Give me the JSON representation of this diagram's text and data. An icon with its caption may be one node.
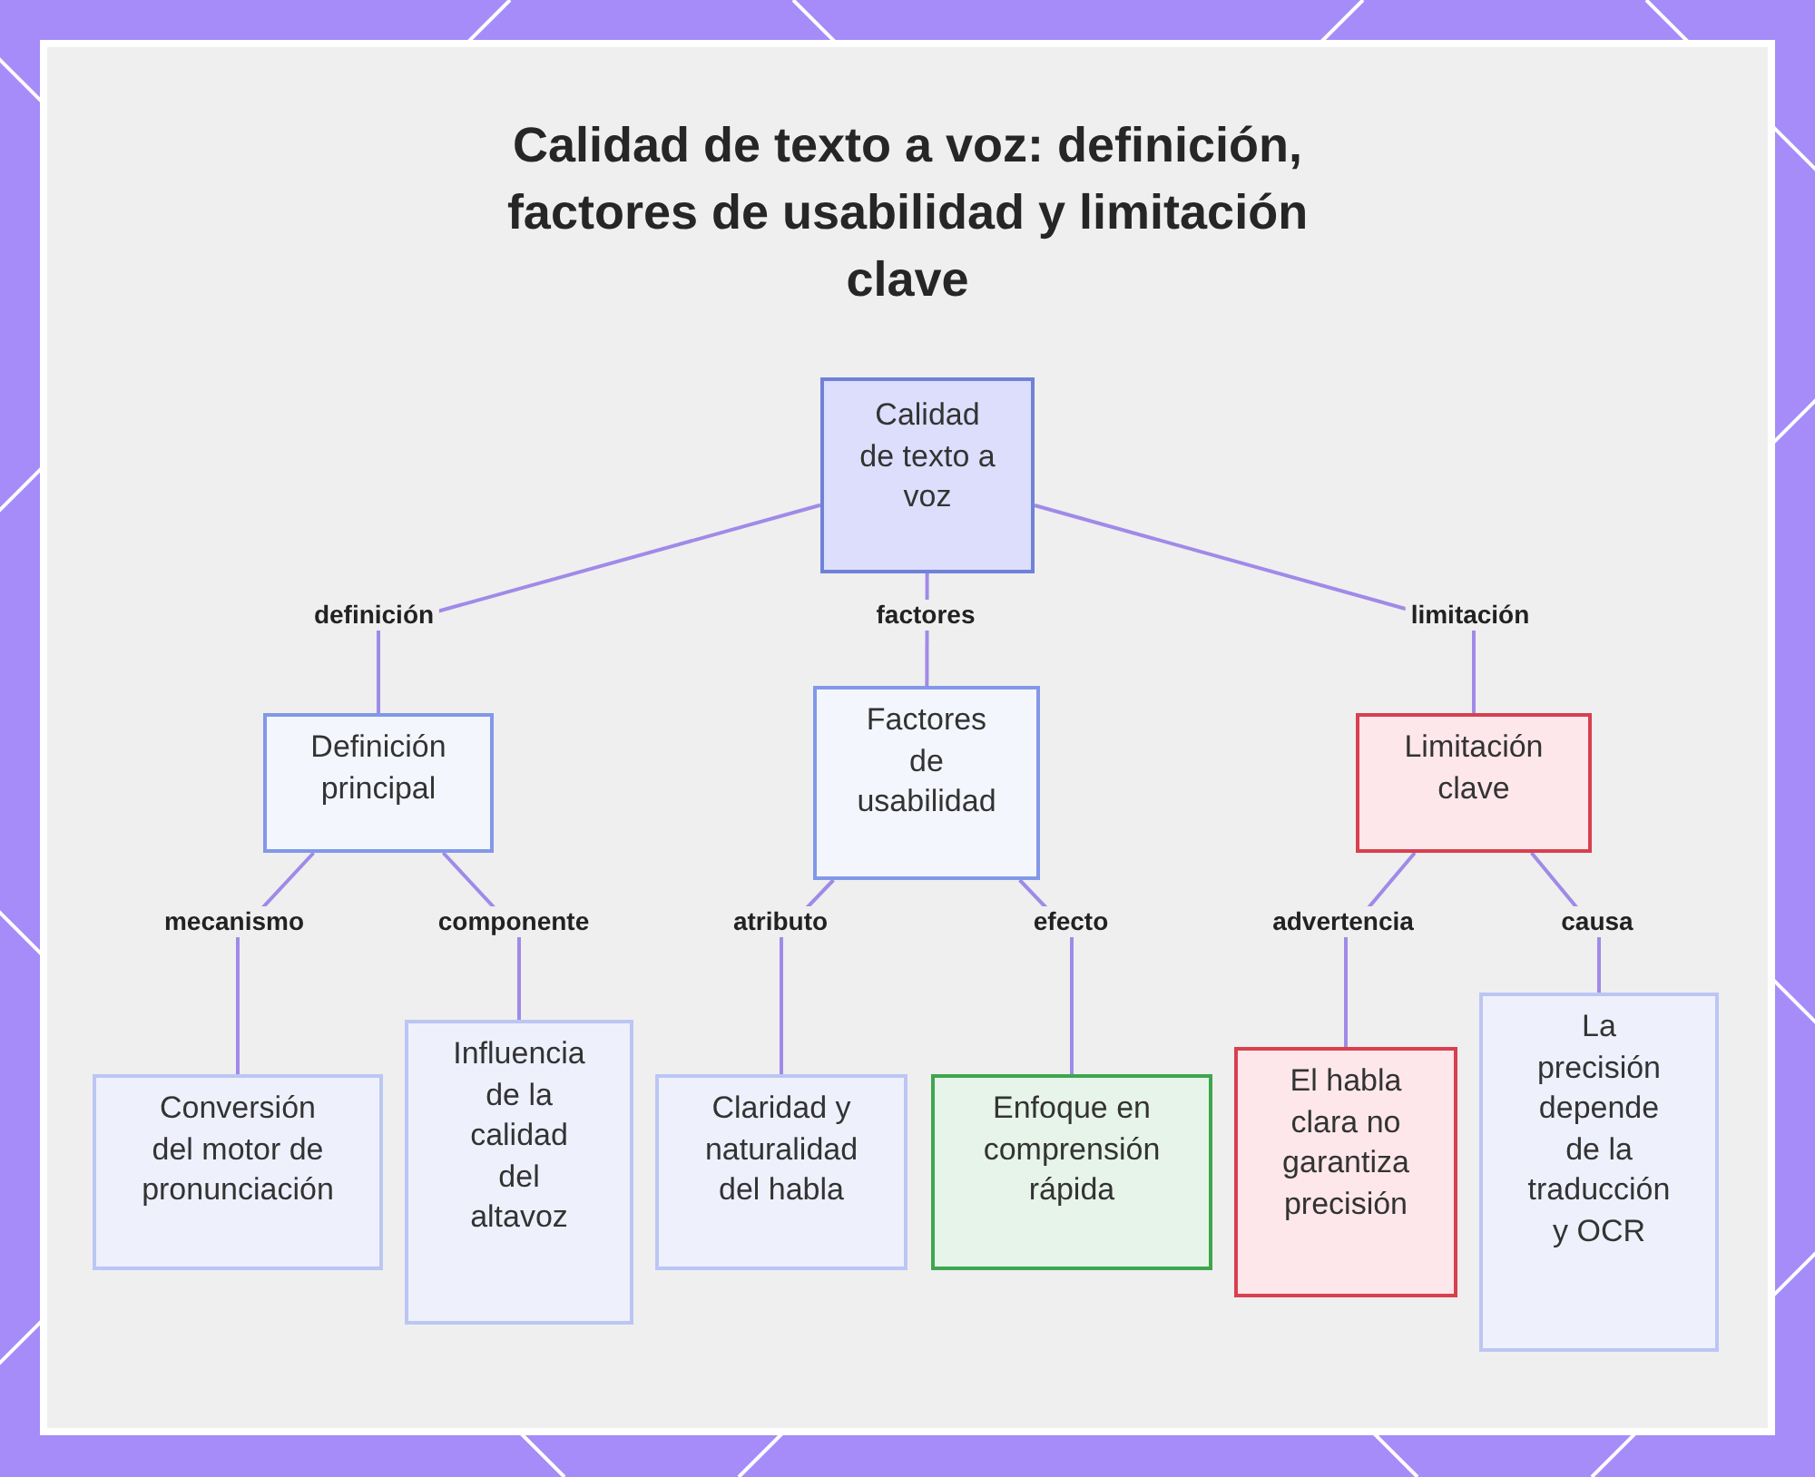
{
  "diagram": {
    "title": "Calidad de texto a voz: definición, factores de usabilidad y limitación clave",
    "nodes": [
      {
        "text": [
          "Calidad de texto a voz"
        ]
      },
      {
        "text": [
          "Definición principal"
        ]
      },
      {
        "text": [
          "Factores de usabilidad"
        ]
      },
      {
        "text": [
          "Limitación clave"
        ]
      },
      {
        "text": [
          "Conversión del motor de pronunciación"
        ]
      },
      {
        "text": [
          "Influencia de la calidad del altavoz"
        ]
      },
      {
        "text": [
          "Claridad y naturalidad del habla"
        ]
      },
      {
        "text": [
          "Enfoque en comprensión rápida"
        ]
      },
      {
        "text": [
          "El habla clara no garantiza precisión"
        ]
      },
      {
        "text": [
          "La precisión depende de la traducción y OCR"
        ]
      }
    ],
    "edges": [
      {
        "from": 0,
        "to": 1,
        "arrow": "none",
        "label": "definición"
      },
      {
        "from": 0,
        "to": 2,
        "arrow": "none",
        "label": "factores"
      },
      {
        "from": 0,
        "to": 3,
        "arrow": "none",
        "label": "limitación"
      },
      {
        "from": 1,
        "to": 4,
        "arrow": "none",
        "label": "mecanismo"
      },
      {
        "from": 1,
        "to": 5,
        "arrow": "none",
        "label": "componente"
      },
      {
        "from": 2,
        "to": 6,
        "arrow": "none",
        "label": "atributo"
      },
      {
        "from": 2,
        "to": 7,
        "arrow": "none",
        "label": "efecto"
      },
      {
        "from": 3,
        "to": 8,
        "arrow": "none",
        "label": "advertencia"
      },
      {
        "from": 3,
        "to": 9,
        "arrow": "none",
        "label": "causa"
      }
    ]
  }
}
